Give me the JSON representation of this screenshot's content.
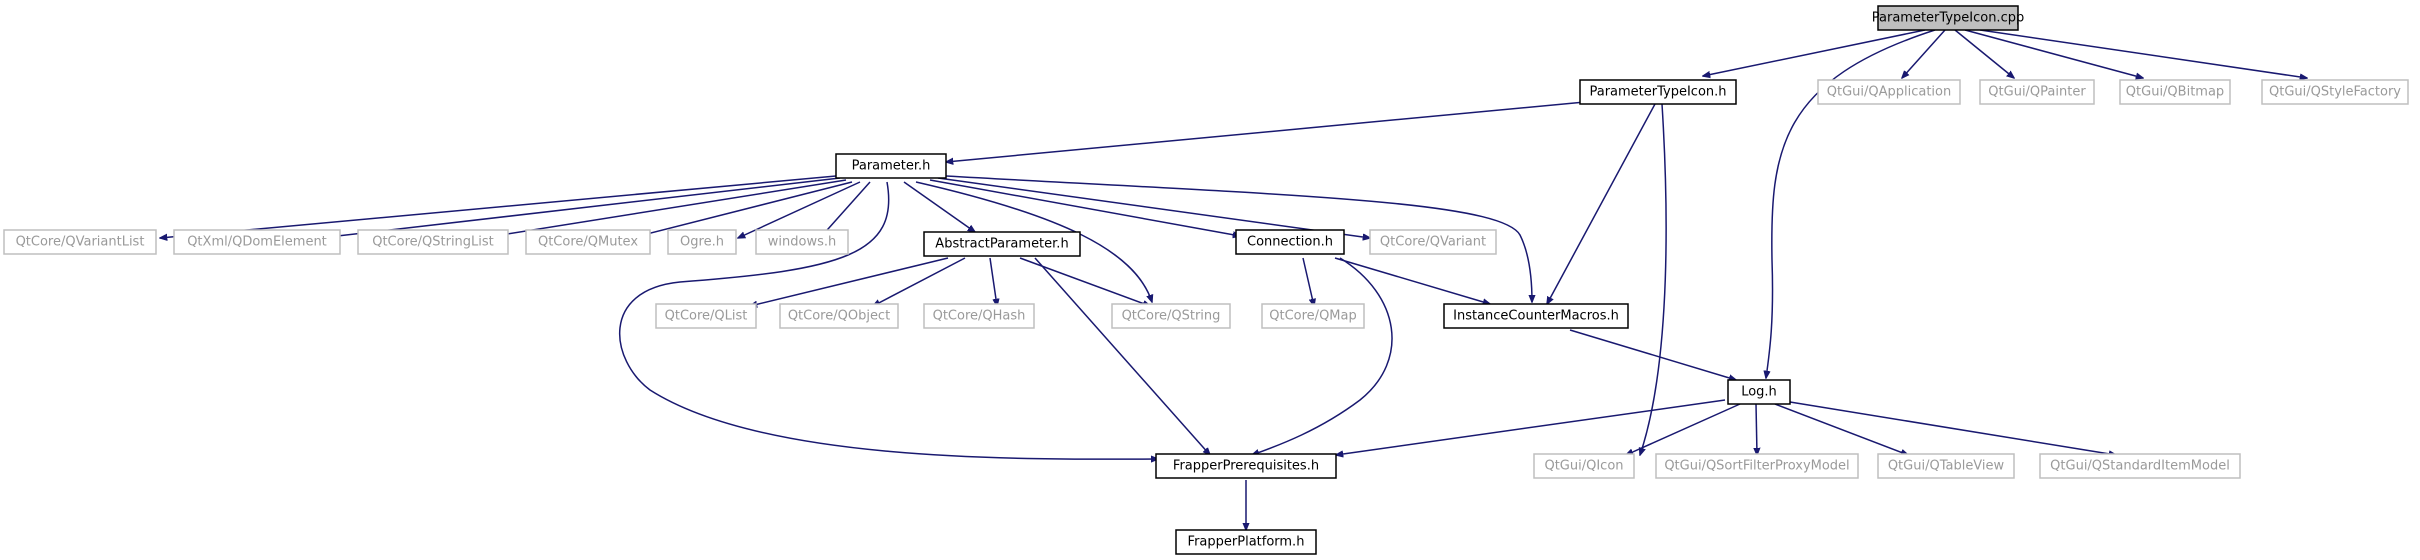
{
  "diagram": {
    "nodes": {
      "root": {
        "label": "ParameterTypeIcon.cpp",
        "kind": "root"
      },
      "pti_h": {
        "label": "ParameterTypeIcon.h",
        "kind": "main"
      },
      "qapp": {
        "label": "QtGui/QApplication",
        "kind": "dim"
      },
      "qpainter": {
        "label": "QtGui/QPainter",
        "kind": "dim"
      },
      "qbitmap": {
        "label": "QtGui/QBitmap",
        "kind": "dim"
      },
      "qstyle": {
        "label": "QtGui/QStyleFactory",
        "kind": "dim"
      },
      "param_h": {
        "label": "Parameter.h",
        "kind": "main"
      },
      "qvlist": {
        "label": "QtCore/QVariantList",
        "kind": "dim"
      },
      "qdom": {
        "label": "QtXml/QDomElement",
        "kind": "dim"
      },
      "qslist": {
        "label": "QtCore/QStringList",
        "kind": "dim"
      },
      "qmutex": {
        "label": "QtCore/QMutex",
        "kind": "dim"
      },
      "ogre": {
        "label": "Ogre.h",
        "kind": "dim"
      },
      "windows": {
        "label": "windows.h",
        "kind": "dim"
      },
      "abspar": {
        "label": "AbstractParameter.h",
        "kind": "main"
      },
      "conn": {
        "label": "Connection.h",
        "kind": "main"
      },
      "qvariant": {
        "label": "QtCore/QVariant",
        "kind": "dim"
      },
      "qlist": {
        "label": "QtCore/QList",
        "kind": "dim"
      },
      "qobject": {
        "label": "QtCore/QObject",
        "kind": "dim"
      },
      "qhash": {
        "label": "QtCore/QHash",
        "kind": "dim"
      },
      "qstring": {
        "label": "QtCore/QString",
        "kind": "dim"
      },
      "qmap": {
        "label": "QtCore/QMap",
        "kind": "dim"
      },
      "icm": {
        "label": "InstanceCounterMacros.h",
        "kind": "main"
      },
      "log": {
        "label": "Log.h",
        "kind": "main"
      },
      "fprereq": {
        "label": "FrapperPrerequisites.h",
        "kind": "main"
      },
      "qicon": {
        "label": "QtGui/QIcon",
        "kind": "dim"
      },
      "qsfpm": {
        "label": "QtGui/QSortFilterProxyModel",
        "kind": "dim"
      },
      "qtable": {
        "label": "QtGui/QTableView",
        "kind": "dim"
      },
      "qsim": {
        "label": "QtGui/QStandardItemModel",
        "kind": "dim"
      },
      "fplat": {
        "label": "FrapperPlatform.h",
        "kind": "main"
      }
    },
    "colors": {
      "edge": "#191970",
      "root_fill": "#bfbfbf",
      "dim_border": "#bfbfbf",
      "dim_text": "#9a9a9a"
    }
  }
}
